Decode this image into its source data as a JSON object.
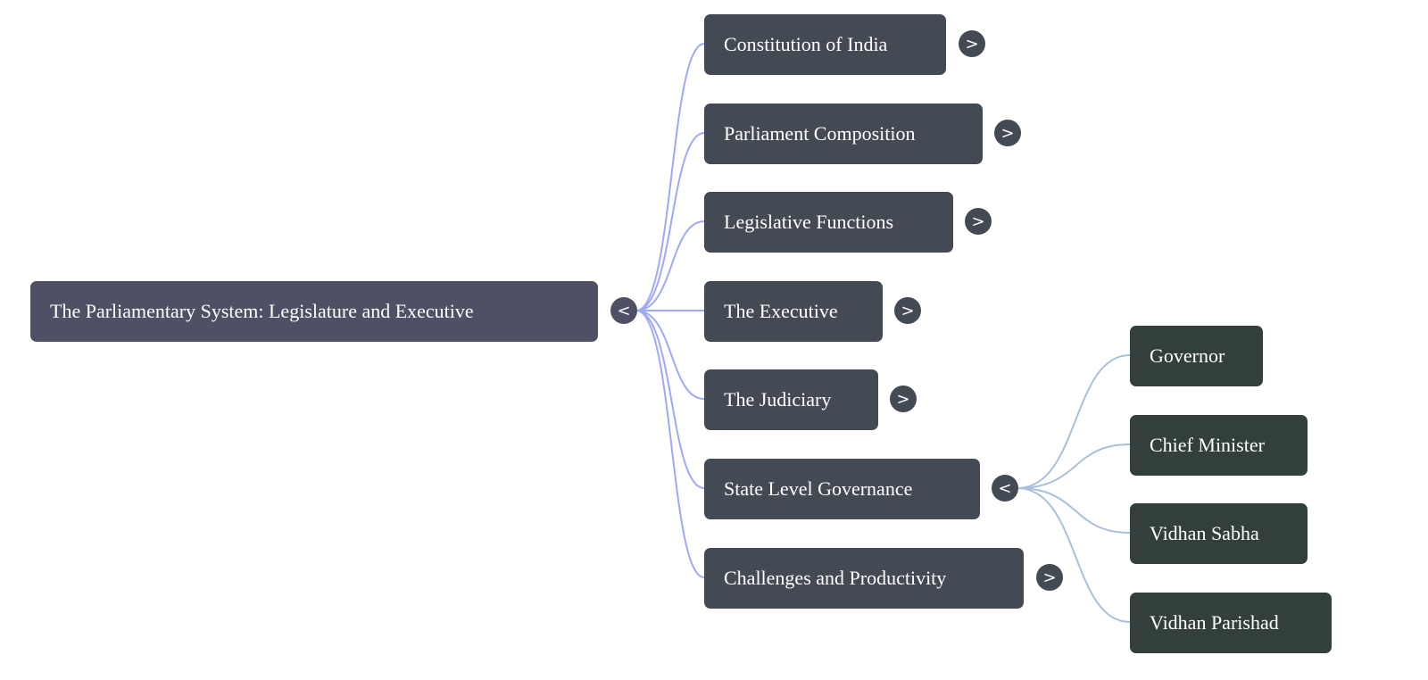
{
  "root": {
    "label": "The Parliamentary System: Legislature and Executive",
    "toggle": "<"
  },
  "children": [
    {
      "label": "Constitution of India",
      "toggle": ">"
    },
    {
      "label": "Parliament Composition",
      "toggle": ">"
    },
    {
      "label": "Legislative Functions",
      "toggle": ">"
    },
    {
      "label": "The Executive",
      "toggle": ">"
    },
    {
      "label": "The Judiciary",
      "toggle": ">"
    },
    {
      "label": "State Level Governance",
      "toggle": "<"
    },
    {
      "label": "Challenges and Productivity",
      "toggle": ">"
    }
  ],
  "state_children": [
    {
      "label": "Governor"
    },
    {
      "label": "Chief Minister"
    },
    {
      "label": "Vidhan Sabha"
    },
    {
      "label": "Vidhan Parishad"
    }
  ],
  "colors": {
    "root": "#4f5066",
    "level1": "#434a54",
    "level2": "#333f3d",
    "edge1": "#a0a8f8",
    "edge2": "#a9c0dd"
  }
}
